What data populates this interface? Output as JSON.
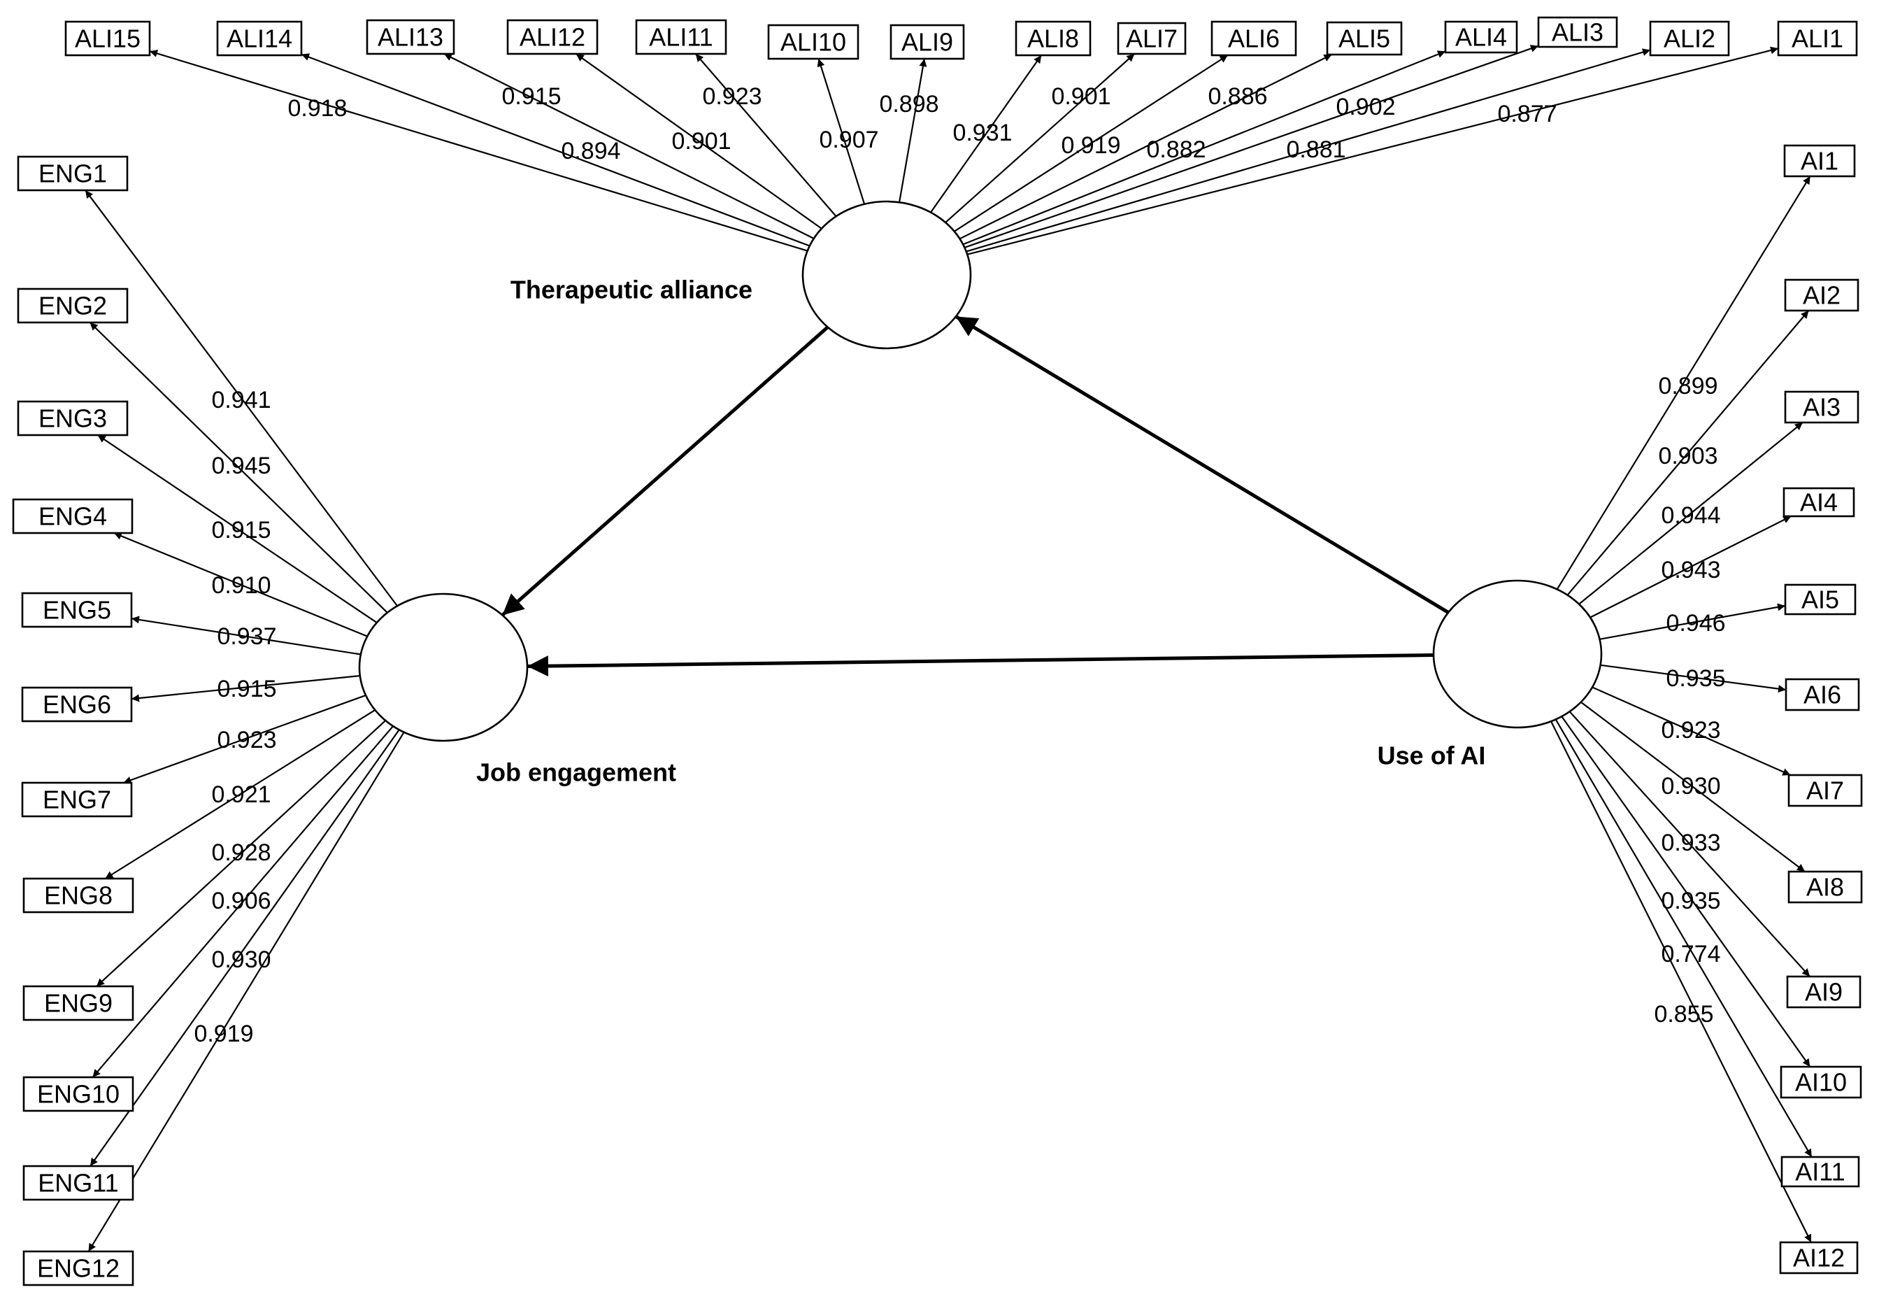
{
  "constructs": {
    "therapeutic_alliance": {
      "label": "Therapeutic alliance"
    },
    "job_engagement": {
      "label": "Job engagement"
    },
    "use_of_ai": {
      "label": "Use of AI"
    }
  },
  "structural_paths": [
    {
      "from": "therapeutic_alliance",
      "to": "job_engagement"
    },
    {
      "from": "use_of_ai",
      "to": "therapeutic_alliance"
    },
    {
      "from": "use_of_ai",
      "to": "job_engagement"
    }
  ],
  "indicators": {
    "therapeutic_alliance": [
      {
        "label": "ALI1",
        "loading": "0.877"
      },
      {
        "label": "ALI2",
        "loading": "0.881"
      },
      {
        "label": "ALI3",
        "loading": "0.902"
      },
      {
        "label": "ALI4",
        "loading": "0.882"
      },
      {
        "label": "ALI5",
        "loading": "0.886"
      },
      {
        "label": "ALI6",
        "loading": "0.919"
      },
      {
        "label": "ALI7",
        "loading": "0.901"
      },
      {
        "label": "ALI8",
        "loading": "0.931"
      },
      {
        "label": "ALI9",
        "loading": "0.898"
      },
      {
        "label": "ALI10",
        "loading": "0.907"
      },
      {
        "label": "ALI11",
        "loading": "0.923"
      },
      {
        "label": "ALI12",
        "loading": "0.901"
      },
      {
        "label": "ALI13",
        "loading": "0.915"
      },
      {
        "label": "ALI14",
        "loading": "0.894"
      },
      {
        "label": "ALI15",
        "loading": "0.918"
      }
    ],
    "job_engagement": [
      {
        "label": "ENG1",
        "loading": "0.941"
      },
      {
        "label": "ENG2",
        "loading": "0.945"
      },
      {
        "label": "ENG3",
        "loading": "0.915"
      },
      {
        "label": "ENG4",
        "loading": "0.910"
      },
      {
        "label": "ENG5",
        "loading": "0.937"
      },
      {
        "label": "ENG6",
        "loading": "0.915"
      },
      {
        "label": "ENG7",
        "loading": "0.923"
      },
      {
        "label": "ENG8",
        "loading": "0.921"
      },
      {
        "label": "ENG9",
        "loading": "0.928"
      },
      {
        "label": "ENG10",
        "loading": "0.906"
      },
      {
        "label": "ENG11",
        "loading": "0.930"
      },
      {
        "label": "ENG12",
        "loading": "0.919"
      }
    ],
    "use_of_ai": [
      {
        "label": "AI1",
        "loading": "0.899"
      },
      {
        "label": "AI2",
        "loading": "0.903"
      },
      {
        "label": "AI3",
        "loading": "0.944"
      },
      {
        "label": "AI4",
        "loading": "0.943"
      },
      {
        "label": "AI5",
        "loading": "0.946"
      },
      {
        "label": "AI6",
        "loading": "0.935"
      },
      {
        "label": "AI7",
        "loading": "0.923"
      },
      {
        "label": "AI8",
        "loading": "0.930"
      },
      {
        "label": "AI9",
        "loading": "0.933"
      },
      {
        "label": "AI10",
        "loading": "0.935"
      },
      {
        "label": "AI11",
        "loading": "0.774"
      },
      {
        "label": "AI12",
        "loading": "0.855"
      }
    ]
  }
}
